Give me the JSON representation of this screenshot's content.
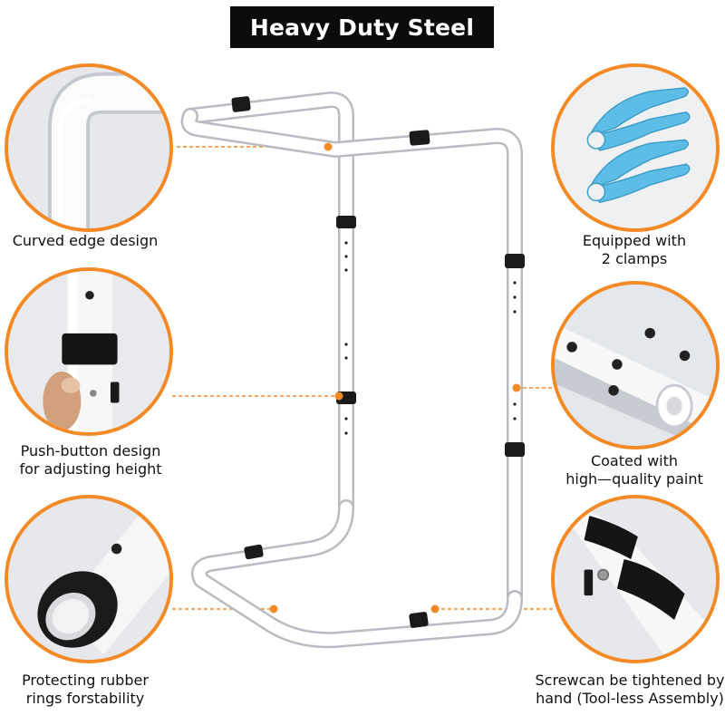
{
  "title": "Heavy Duty Steel",
  "features": {
    "curved_edge": {
      "lines": [
        "Curved edge design"
      ]
    },
    "push_button": {
      "lines": [
        "Push-button design",
        "for adjusting height"
      ]
    },
    "rubber_rings": {
      "lines": [
        "Protecting rubber",
        "rings forstability"
      ]
    },
    "clamps": {
      "lines": [
        "Equipped with",
        "2 clamps"
      ]
    },
    "paint": {
      "lines": [
        "Coated with",
        "high—quality paint"
      ]
    },
    "screw": {
      "lines": [
        "Screwcan be tightened by",
        "hand (Tool-less Assembly)"
      ]
    }
  },
  "colors": {
    "accent": "#f38a25",
    "frame": "#ffffff",
    "clamp": "#5dbde6",
    "title_bg": "#0b0b0b"
  }
}
